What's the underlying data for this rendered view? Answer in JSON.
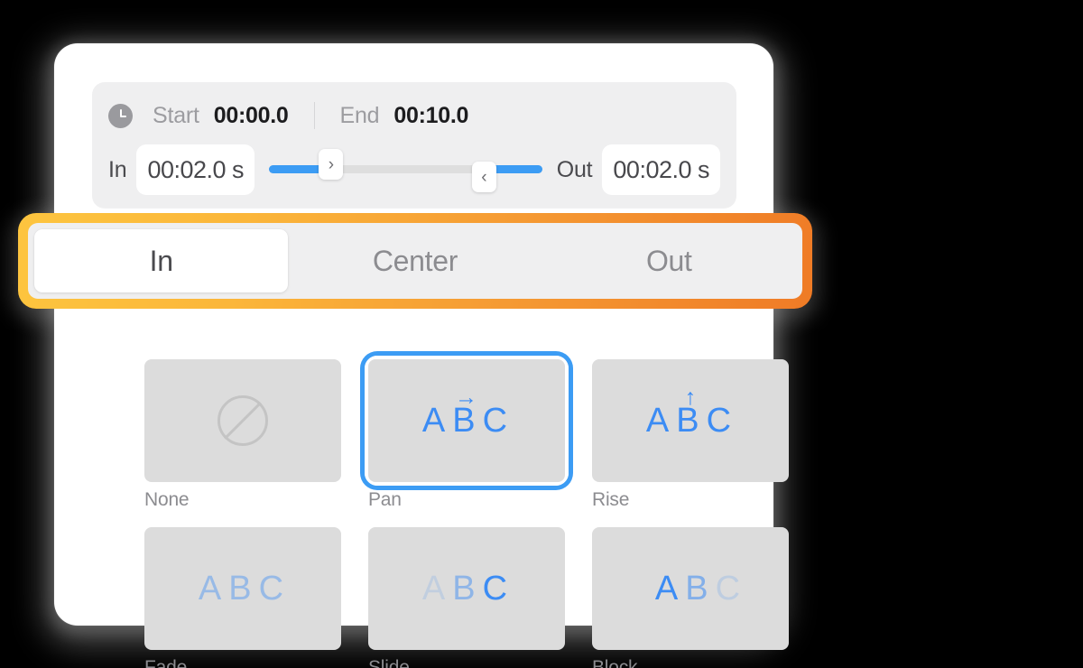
{
  "timing": {
    "clock_icon": "clock-icon",
    "start_label": "Start",
    "start_value": "00:00.0",
    "end_label": "End",
    "end_value": "00:10.0",
    "in_label": "In",
    "in_value": "00:02.0 s",
    "out_label": "Out",
    "out_value": "00:02.0 s",
    "slider": {
      "in_handle_glyph": "›",
      "out_handle_glyph": "‹",
      "fill_color": "#3c9cf4",
      "track_color": "#dedede"
    }
  },
  "tabs": {
    "items": [
      {
        "label": "In",
        "active": true
      },
      {
        "label": "Center",
        "active": false
      },
      {
        "label": "Out",
        "active": false
      }
    ],
    "highlight_color_start": "#fdc53f",
    "highlight_color_end": "#ef7b26"
  },
  "effects": {
    "accent_color": "#3c8cf4",
    "items": [
      {
        "label": "None",
        "icon": "no-entry-icon",
        "preview": "none",
        "arrow": "",
        "selected": false
      },
      {
        "label": "Pan",
        "icon": "abc-preview",
        "preview": "pan",
        "arrow": "→",
        "selected": true,
        "letters": [
          "A",
          "B",
          "C"
        ]
      },
      {
        "label": "Rise",
        "icon": "abc-preview",
        "preview": "rise",
        "arrow": "↑",
        "selected": false,
        "letters": [
          "A",
          "B",
          "C"
        ]
      },
      {
        "label": "Fade",
        "icon": "abc-preview",
        "preview": "fade",
        "arrow": "",
        "selected": false,
        "letters": [
          "A",
          "B",
          "C"
        ]
      },
      {
        "label": "Slide",
        "icon": "abc-preview",
        "preview": "slide",
        "arrow": "",
        "selected": false,
        "letters": [
          "A",
          "B",
          "C"
        ]
      },
      {
        "label": "Block",
        "icon": "abc-preview",
        "preview": "block",
        "arrow": "",
        "selected": false,
        "letters": [
          "A",
          "B",
          "C"
        ]
      }
    ]
  }
}
